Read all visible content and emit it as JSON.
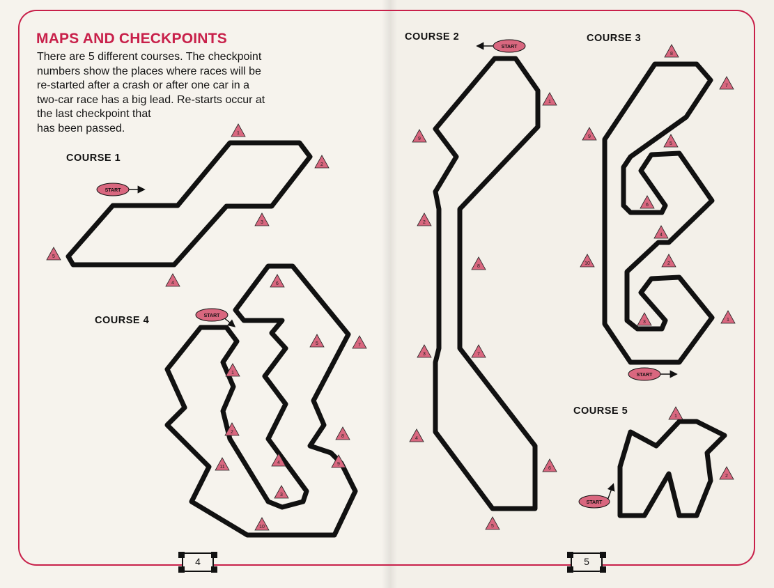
{
  "heading": "MAPS AND CHECKPOINTS",
  "intro_lines": [
    "There are 5 different courses. The checkpoint",
    "numbers show the places where races will be",
    "re-started after a crash or after one car in a",
    "two-car race has a big lead. Re-starts occur at",
    "the last checkpoint that",
    "has been passed."
  ],
  "start_label": "START",
  "courses": [
    {
      "label": "COURSE 1",
      "checkpoints": [
        "1",
        "2",
        "3",
        "4",
        "5"
      ]
    },
    {
      "label": "COURSE 2",
      "checkpoints": [
        "1",
        "2",
        "3",
        "4",
        "5",
        "6",
        "7",
        "8",
        "9"
      ]
    },
    {
      "label": "COURSE 3",
      "checkpoints": [
        "1",
        "2",
        "3",
        "4",
        "5",
        "6",
        "7",
        "8",
        "9",
        "10"
      ]
    },
    {
      "label": "COURSE 4",
      "checkpoints": [
        "1",
        "2",
        "3",
        "4",
        "5",
        "6",
        "7",
        "8",
        "9",
        "10",
        "11"
      ]
    },
    {
      "label": "COURSE 5",
      "checkpoints": [
        "1",
        "2"
      ]
    }
  ],
  "page_numbers": [
    "4",
    "5"
  ],
  "colors": {
    "accent": "#c8204a",
    "marker": "#d9677f",
    "track": "#111111",
    "paper": "#f6f3ed"
  }
}
